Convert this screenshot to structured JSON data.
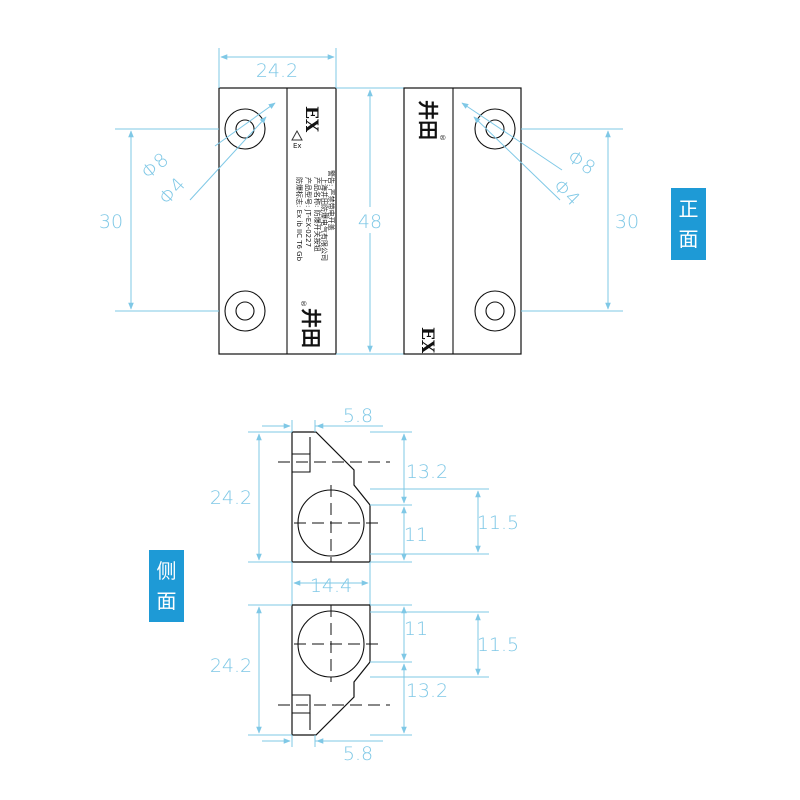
{
  "front_view": {
    "label_chars": [
      "正",
      "面"
    ],
    "left_part": {
      "width_dim": "24.2",
      "height_dim": "30",
      "hole_outer": "Φ8",
      "hole_inner": "Φ4",
      "brand": "井田",
      "mark": "EX",
      "registered": "®",
      "spec_lines": [
        "产品名称: 防爆开关按钮",
        "产品型号: JT-EX-0227",
        "防爆标志: Ex ib IIC T6 Gb",
        "警告: 严禁带电开盖",
        "上海井田防爆电气有限公司"
      ]
    },
    "right_part": {
      "brand": "井田",
      "mark": "EX",
      "registered": "®",
      "height_dim": "30",
      "hole_outer": "Φ8",
      "hole_inner": "Φ4"
    },
    "overall_height_dim": "48"
  },
  "side_view": {
    "label_chars": [
      "侧",
      "面"
    ],
    "upper": {
      "top_width": "5.8",
      "height": "24.2",
      "step": "13.2",
      "circle_center": "11",
      "circle_offset": "11.5"
    },
    "lower": {
      "bottom_width": "5.8",
      "height": "24.2",
      "step": "13.2",
      "circle_center": "11",
      "circle_offset": "11.5"
    },
    "total_width": "14.4"
  }
}
